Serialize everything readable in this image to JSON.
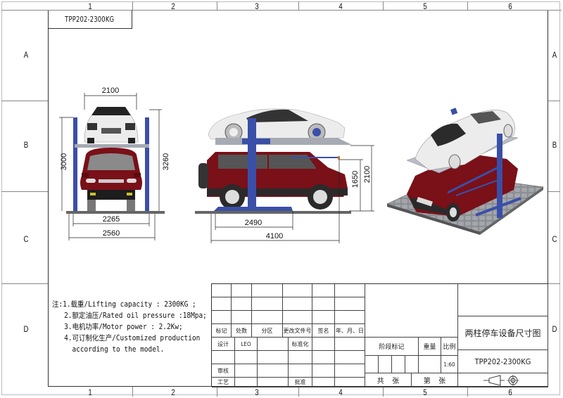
{
  "drawing": {
    "model_tag": "TPP202-2300KG",
    "column_labels": [
      "1",
      "2",
      "3",
      "4",
      "5",
      "6"
    ],
    "row_labels": [
      "A",
      "B",
      "C",
      "D"
    ]
  },
  "front_view": {
    "dimensions": {
      "platform_width": "2100",
      "overall_height": "3260",
      "upper_height": "3000",
      "inner_width": "2265",
      "outer_width": "2560"
    }
  },
  "side_view": {
    "dimensions": {
      "base_length": "2490",
      "overall_length": "4100",
      "lower_clearance": "1650",
      "platform_height": "2100"
    }
  },
  "iso_view": {
    "description": "Isometric view of two-post parking lift with cars on cobblestone base"
  },
  "notes": {
    "prefix": "注:",
    "items": [
      "1.载重/Lifting capacity : 2300KG ;",
      "2.额定油压/Rated oil pressure :18Mpa;",
      "3.电机功率/Motor power : 2.2Kw;",
      "4.可订制化生产/Customized production",
      "  according to the model."
    ]
  },
  "title_block": {
    "rev_headers": [
      "标记",
      "处数",
      "分区",
      "更改文件号",
      "签名",
      "年、月、日"
    ],
    "design_label": "设计",
    "designer": "LEO",
    "standardization_label": "标准化",
    "review_label": "审核",
    "process_label": "工艺",
    "approval_label": "批准",
    "stage_label": "阶段标记",
    "weight_label": "重量",
    "scale_label": "比例",
    "scale_value": "1:60",
    "sheets_total_label": "共    张",
    "sheet_no_label": "第    张",
    "drawing_title": "两柱停车设备尺寸图",
    "drawing_number": "TPP202-2300KG",
    "projection_symbol": "first-angle-projection-icon"
  },
  "colors": {
    "lift_blue": "#3a4fa8",
    "car_red": "#7a1018",
    "car_white": "#eeeeee",
    "platform_grey": "#9ea3ad",
    "line": "#333333"
  }
}
